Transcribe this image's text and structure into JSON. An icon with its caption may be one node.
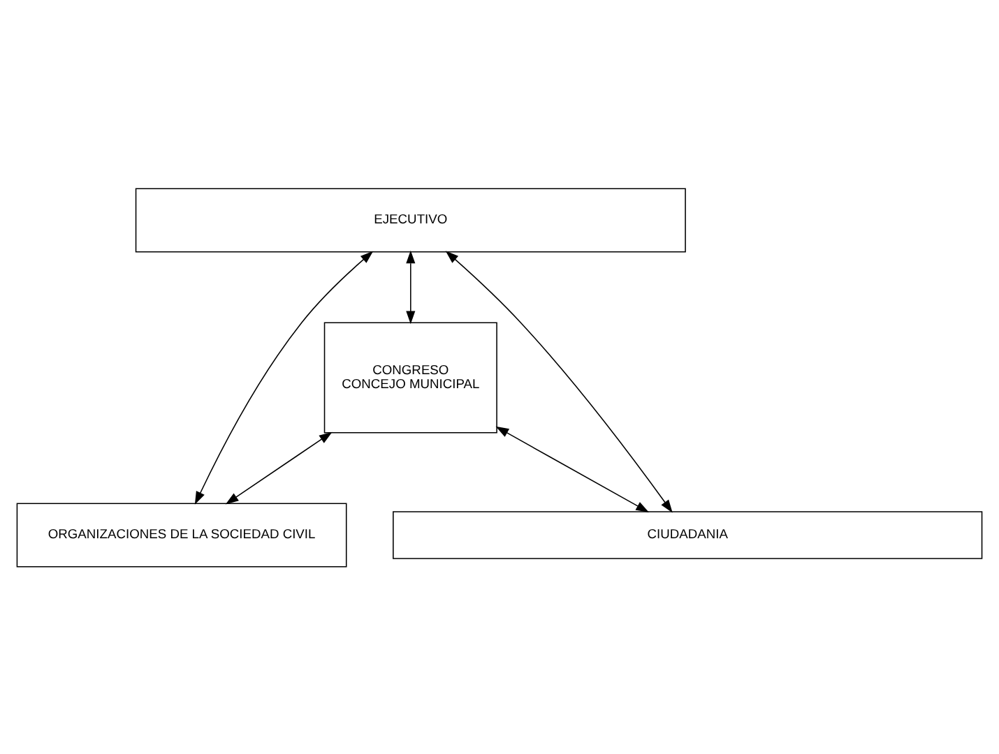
{
  "diagram": {
    "nodes": [
      {
        "text": [
          "EJECUTIVO"
        ]
      },
      {
        "text": [
          "CONGRESO",
          "CONCEJO MUNICIPAL"
        ]
      },
      {
        "text": [
          "ORGANIZACIONES DE LA SOCIEDAD CIVIL"
        ]
      },
      {
        "text": [
          "CIUDADANIA"
        ]
      }
    ],
    "edges": [
      {
        "from": 0,
        "to": 3,
        "arrow": "both"
      },
      {
        "from": 0,
        "to": 2,
        "arrow": "both"
      },
      {
        "from": 0,
        "to": 1,
        "arrow": "both"
      },
      {
        "from": 1,
        "to": 2,
        "arrow": "both"
      },
      {
        "from": 1,
        "to": 3,
        "arrow": "both"
      }
    ]
  }
}
